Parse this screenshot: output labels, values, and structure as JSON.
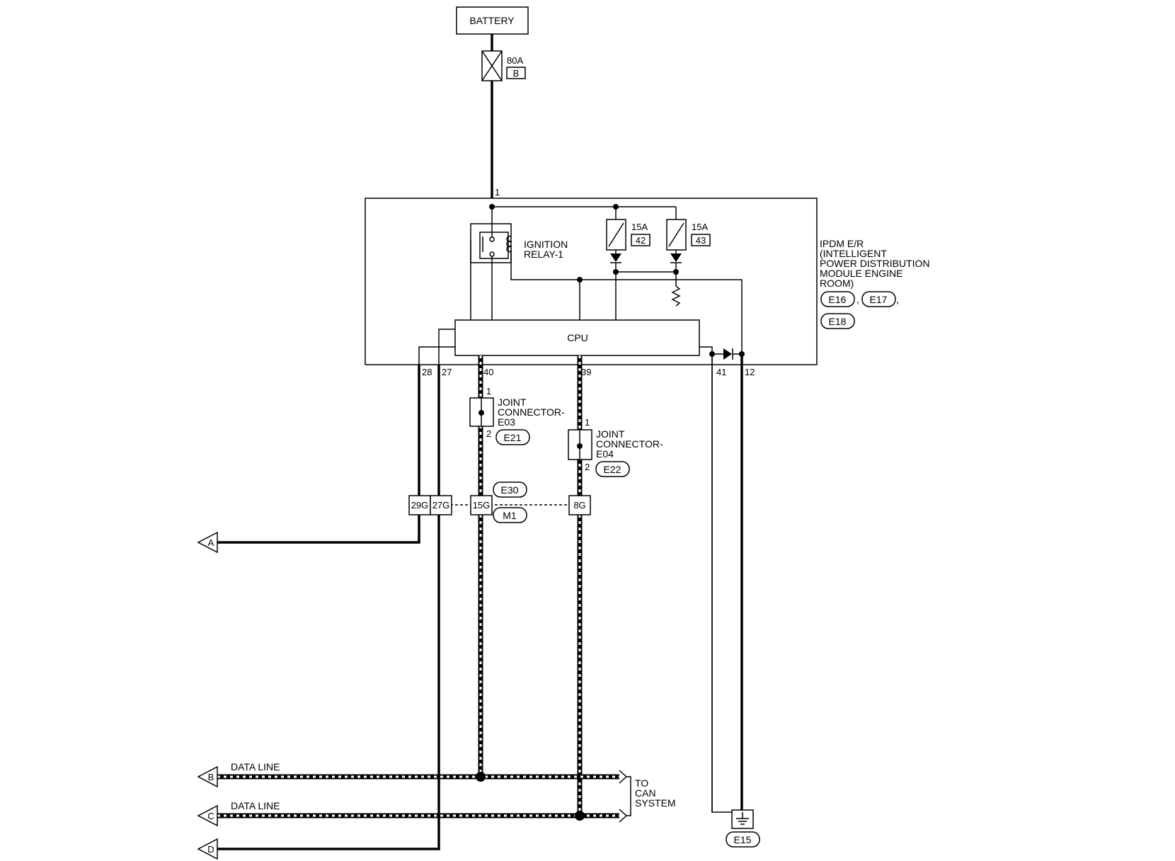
{
  "battery": {
    "label": "BATTERY"
  },
  "main_fuse": {
    "rating": "80A",
    "id": "B"
  },
  "ipdm": {
    "lines": [
      "IPDM E/R",
      "(INTELLIGENT",
      "POWER DISTRIBUTION",
      "MODULE ENGINE",
      "ROOM)"
    ],
    "connectors": [
      "E16",
      "E17",
      "E18"
    ],
    "comma": ","
  },
  "relay": {
    "lines": [
      "IGNITION",
      "RELAY-1"
    ]
  },
  "fuse_42": {
    "rating": "15A",
    "id": "42"
  },
  "fuse_43": {
    "rating": "15A",
    "id": "43"
  },
  "cpu": {
    "label": "CPU"
  },
  "terminals": {
    "t1": "1",
    "t28": "28",
    "t27": "27",
    "t40": "40",
    "t39": "39",
    "t41": "41",
    "t12": "12"
  },
  "joint_e03": {
    "lines": [
      "JOINT",
      "CONNECTOR-",
      "E03"
    ],
    "pin_top": "1",
    "pin_bottom": "2",
    "connector": "E21"
  },
  "joint_e04": {
    "lines": [
      "JOINT",
      "CONNECTOR-",
      "E04"
    ],
    "pin_top": "1",
    "pin_bottom": "2",
    "connector": "E22"
  },
  "harness": {
    "pins": [
      "29G",
      "27G",
      "15G",
      "8G"
    ],
    "connectors": [
      "E30",
      "M1"
    ]
  },
  "offpage": [
    "A",
    "B",
    "C",
    "D"
  ],
  "data_line": {
    "label": "DATA LINE"
  },
  "to_can": {
    "lines": [
      "TO",
      "CAN",
      "SYSTEM"
    ]
  },
  "ground": {
    "connector": "E15"
  }
}
